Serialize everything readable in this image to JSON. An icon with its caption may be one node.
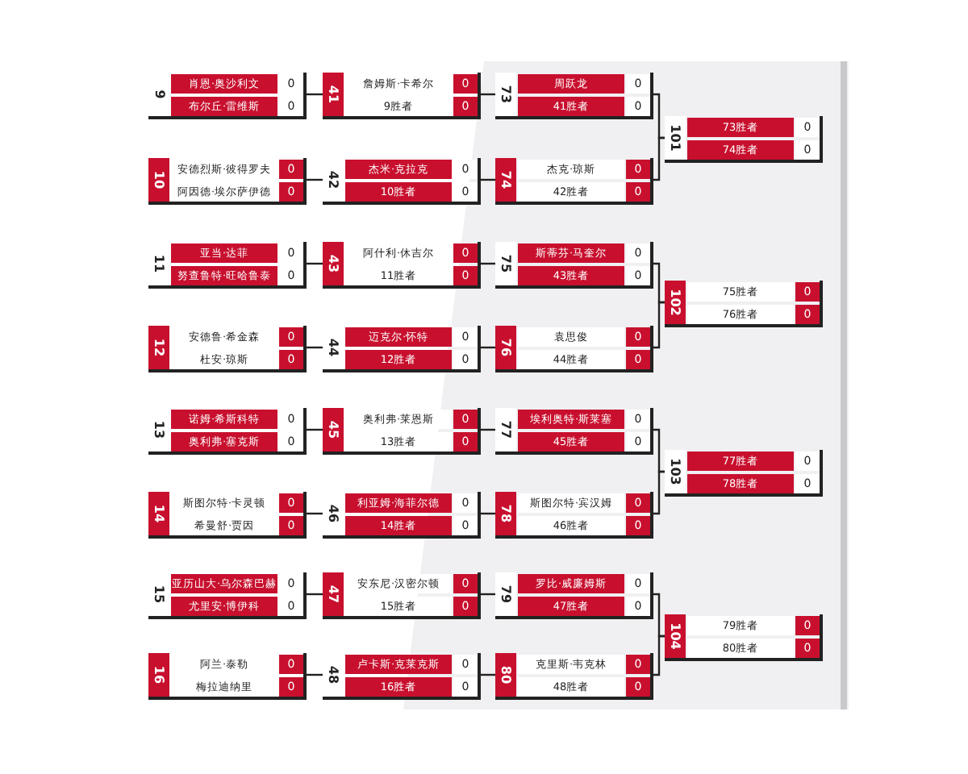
{
  "diagram": {
    "nodes": [
      {
        "text": [
          "9",
          "肖恩·奥沙利文",
          "0",
          "布尔丘·雷维斯",
          "0"
        ]
      },
      {
        "text": [
          "10",
          "安德烈斯·彼得罗夫",
          "0",
          "阿因德·埃尔萨伊德",
          "0"
        ]
      },
      {
        "text": [
          "11",
          "亚当·达菲",
          "0",
          "努查鲁特·旺哈鲁泰",
          "0"
        ]
      },
      {
        "text": [
          "12",
          "安德鲁·希金森",
          "0",
          "杜安·琼斯",
          "0"
        ]
      },
      {
        "text": [
          "13",
          "诺姆·希斯科特",
          "0",
          "奥利弗·塞克斯",
          "0"
        ]
      },
      {
        "text": [
          "14",
          "斯图尔特·卡灵顿",
          "0",
          "希曼舒·贾因",
          "0"
        ]
      },
      {
        "text": [
          "15",
          "亚历山大·乌尔森巴赫",
          "0",
          "尤里安·博伊科",
          "0"
        ]
      },
      {
        "text": [
          "16",
          "阿兰·泰勒",
          "0",
          "梅拉迪纳里",
          "0"
        ]
      },
      {
        "text": [
          "41",
          "詹姆斯·卡希尔",
          "0",
          "9胜者",
          "0"
        ]
      },
      {
        "text": [
          "42",
          "杰米·克拉克",
          "0",
          "10胜者",
          "0"
        ]
      },
      {
        "text": [
          "43",
          "阿什利·休吉尔",
          "0",
          "11胜者",
          "0"
        ]
      },
      {
        "text": [
          "44",
          "迈克尔·怀特",
          "0",
          "12胜者",
          "0"
        ]
      },
      {
        "text": [
          "45",
          "奥利弗·莱恩斯",
          "0",
          "13胜者",
          "0"
        ]
      },
      {
        "text": [
          "46",
          "利亚姆·海菲尔德",
          "0",
          "14胜者",
          "0"
        ]
      },
      {
        "text": [
          "47",
          "安东尼·汉密尔顿",
          "0",
          "15胜者",
          "0"
        ]
      },
      {
        "text": [
          "48",
          "卢卡斯·克莱克斯",
          "0",
          "16胜者",
          "0"
        ]
      },
      {
        "text": [
          "73",
          "周跃龙",
          "0",
          "41胜者",
          "0"
        ]
      },
      {
        "text": [
          "74",
          "杰克·琼斯",
          "0",
          "42胜者",
          "0"
        ]
      },
      {
        "text": [
          "75",
          "斯蒂芬·马奎尔",
          "0",
          "43胜者",
          "0"
        ]
      },
      {
        "text": [
          "76",
          "袁思俊",
          "0",
          "44胜者",
          "0"
        ]
      },
      {
        "text": [
          "77",
          "埃利奥特·斯莱塞",
          "0",
          "45胜者",
          "0"
        ]
      },
      {
        "text": [
          "78",
          "斯图尔特·宾汉姆",
          "0",
          "46胜者",
          "0"
        ]
      },
      {
        "text": [
          "79",
          "罗比·威廉姆斯",
          "0",
          "47胜者",
          "0"
        ]
      },
      {
        "text": [
          "80",
          "克里斯·韦克林",
          "0",
          "48胜者",
          "0"
        ]
      },
      {
        "text": [
          "101",
          "73胜者",
          "0",
          "74胜者",
          "0"
        ]
      },
      {
        "text": [
          "102",
          "75胜者",
          "0",
          "76胜者",
          "0"
        ]
      },
      {
        "text": [
          "103",
          "77胜者",
          "0",
          "78胜者",
          "0"
        ]
      },
      {
        "text": [
          "104",
          "79胜者",
          "0",
          "80胜者",
          "0"
        ]
      }
    ],
    "edges": [
      {
        "from": 0,
        "to": 8,
        "arrow": "none"
      },
      {
        "from": 1,
        "to": 9,
        "arrow": "none"
      },
      {
        "from": 2,
        "to": 10,
        "arrow": "none"
      },
      {
        "from": 3,
        "to": 11,
        "arrow": "none"
      },
      {
        "from": 4,
        "to": 12,
        "arrow": "none"
      },
      {
        "from": 5,
        "to": 13,
        "arrow": "none"
      },
      {
        "from": 6,
        "to": 14,
        "arrow": "none"
      },
      {
        "from": 7,
        "to": 15,
        "arrow": "none"
      },
      {
        "from": 8,
        "to": 16,
        "arrow": "none"
      },
      {
        "from": 9,
        "to": 17,
        "arrow": "none"
      },
      {
        "from": 10,
        "to": 18,
        "arrow": "none"
      },
      {
        "from": 11,
        "to": 19,
        "arrow": "none"
      },
      {
        "from": 12,
        "to": 20,
        "arrow": "none"
      },
      {
        "from": 13,
        "to": 21,
        "arrow": "none"
      },
      {
        "from": 14,
        "to": 22,
        "arrow": "none"
      },
      {
        "from": 15,
        "to": 23,
        "arrow": "none"
      },
      {
        "from": 16,
        "to": 24,
        "arrow": "none"
      },
      {
        "from": 17,
        "to": 24,
        "arrow": "none"
      },
      {
        "from": 18,
        "to": 25,
        "arrow": "none"
      },
      {
        "from": 19,
        "to": 25,
        "arrow": "none"
      },
      {
        "from": 20,
        "to": 26,
        "arrow": "none"
      },
      {
        "from": 21,
        "to": 26,
        "arrow": "none"
      },
      {
        "from": 22,
        "to": 27,
        "arrow": "none"
      },
      {
        "from": 23,
        "to": 27,
        "arrow": "none"
      }
    ]
  }
}
